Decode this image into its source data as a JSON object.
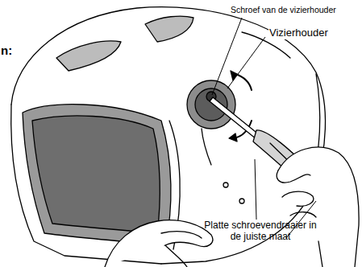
{
  "diagram": {
    "labels": [
      "n:",
      "Schroef van de vizierhouder",
      "Vizierhouder",
      "Platte schroevendraaier in de juiste maat"
    ]
  }
}
